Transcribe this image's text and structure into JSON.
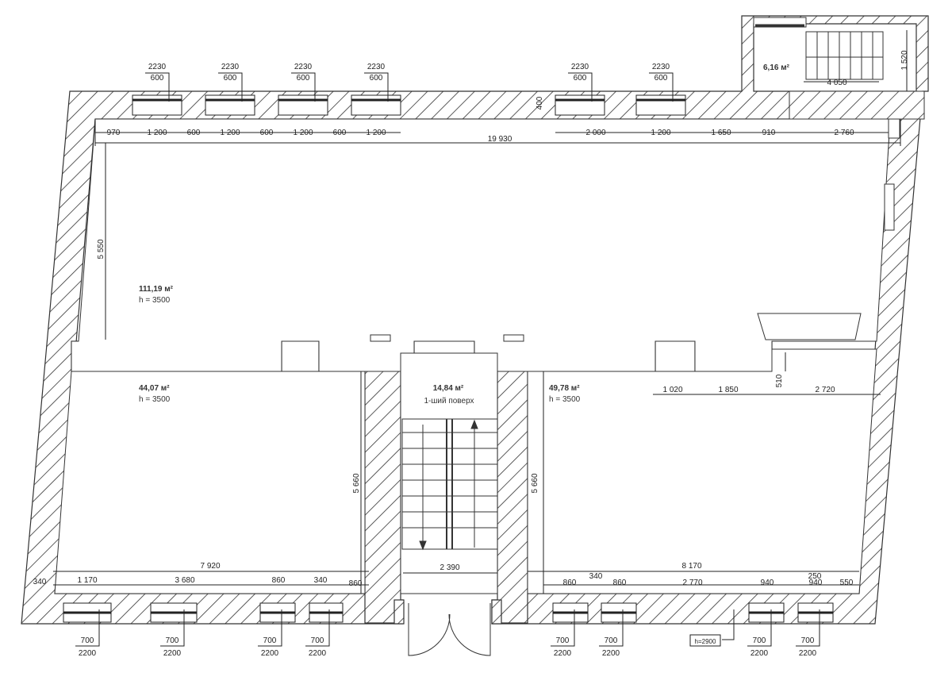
{
  "rooms": {
    "main": {
      "area": "111,19 м²",
      "height": "h = 3500"
    },
    "left": {
      "area": "44,07 м²",
      "height": "h = 3500"
    },
    "right": {
      "area": "49,78 м²",
      "height": "h = 3500"
    },
    "stair": {
      "area": "14,84 м²",
      "floor": "1-ший поверх"
    },
    "small": {
      "area": "6,16 м²"
    }
  },
  "top_windows": [
    {
      "w": "2230",
      "h": "600"
    },
    {
      "w": "2230",
      "h": "600"
    },
    {
      "w": "2230",
      "h": "600"
    },
    {
      "w": "2230",
      "h": "600"
    },
    {
      "w": "2230",
      "h": "600"
    },
    {
      "w": "2230",
      "h": "600"
    }
  ],
  "bottom_windows": [
    {
      "w": "700",
      "h": "2200"
    },
    {
      "w": "700",
      "h": "2200"
    },
    {
      "w": "700",
      "h": "2200"
    },
    {
      "w": "700",
      "h": "2200"
    },
    {
      "w": "700",
      "h": "2200"
    },
    {
      "w": "700",
      "h": "2200"
    },
    {
      "w": "700",
      "h": "2200"
    },
    {
      "w": "700",
      "h": "2200"
    }
  ],
  "top_dims": [
    "970",
    "1 200",
    "600",
    "1 200",
    "600",
    "1 200",
    "600",
    "1 200",
    "2 000",
    "1 200",
    "1 650",
    "910",
    "2 760"
  ],
  "total_width": "19 930",
  "wall_thickness": "400",
  "small_room_dims": {
    "width": "4 050",
    "depth": "1 520"
  },
  "vertical_dims": {
    "main": "5 550",
    "left": "5 660",
    "right": "5 660",
    "beam": "510"
  },
  "right_room_top_dims": [
    "1 020",
    "1 850",
    "2 720"
  ],
  "left_bottom_dims": {
    "total": "7 920",
    "parts": [
      "340",
      "1 170",
      "3 680",
      "860",
      "340",
      "860"
    ]
  },
  "stair_width": "2 390",
  "right_bottom_dims": {
    "total": "8 170",
    "small": "340",
    "small2": "250",
    "parts": [
      "860",
      "860",
      "2 770",
      "940",
      "940",
      "550"
    ]
  },
  "tag": "h=2900"
}
